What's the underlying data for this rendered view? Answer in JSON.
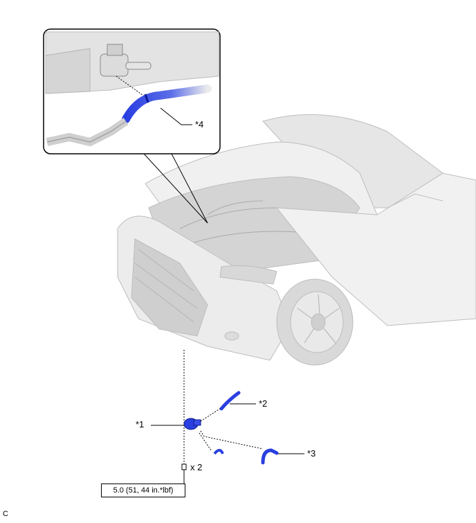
{
  "labels": {
    "callout_1": "*1",
    "callout_2": "*2",
    "callout_3": "*3",
    "callout_4": "*4",
    "bolt_qty": "x 2",
    "torque_spec": "5.0 (51, 44 in.*lbf)",
    "figure_code": "C"
  },
  "colors": {
    "highlight_blue": "#1f3fd8",
    "line": "#000000",
    "part_gray": "#d9d9d9"
  }
}
